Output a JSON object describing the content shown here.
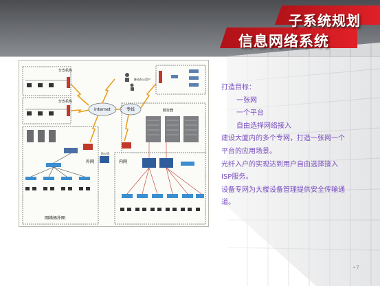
{
  "slide": {
    "title_line1": "子系统规划",
    "title_line2": "信息网络系统",
    "page_number": "•7"
  },
  "body": {
    "lines": [
      {
        "text": "打造目标：",
        "indent": false
      },
      {
        "text": "一张网",
        "indent": true
      },
      {
        "text": "一个平台",
        "indent": true
      },
      {
        "text": "自由选择网络接入",
        "indent": true
      },
      {
        "text": "建设大厦内的多个专网，打造一张网一个",
        "indent": false
      },
      {
        "text": "平台的应用场景。",
        "indent": false
      },
      {
        "text": "光纤入户的实现达到用户自由选择接入",
        "indent": false
      },
      {
        "text": "ISP服务。",
        "indent": false
      },
      {
        "text": "设备专网为大楼设备管理提供安全传输通",
        "indent": false
      },
      {
        "text": "道。",
        "indent": false
      }
    ]
  },
  "diagram": {
    "branch_label_1": "分支机构",
    "branch_label_2": "分支机构",
    "internet_label": "Internet",
    "private_line_label": "专线",
    "server_label": "服务器",
    "remote_user_label": "移动办公用户",
    "outer_net_label": "外网",
    "inner_net_label": "内网",
    "firewall_label": "防火墙",
    "caption": "网络拓扑图"
  },
  "colors": {
    "title_accent": "#c8161d",
    "body_text": "#7a4fc0",
    "link_orange": "#e8a020"
  }
}
